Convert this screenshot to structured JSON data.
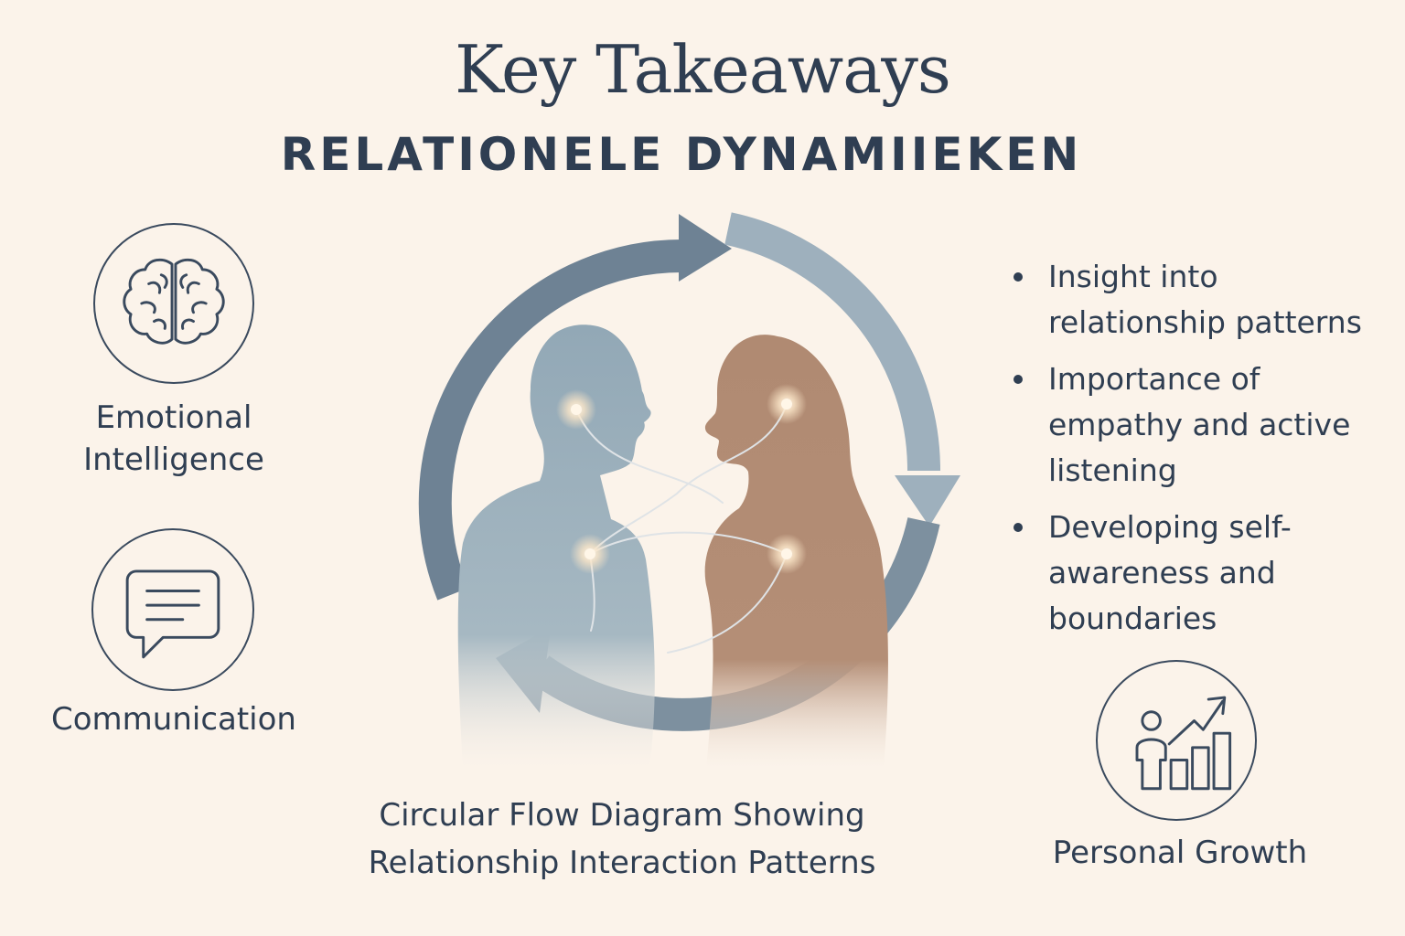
{
  "header": {
    "title": "Key Takeaways",
    "subtitle": "RELATIONELE DYNAMIIEKEN"
  },
  "features": [
    {
      "label": "Emotional Intelligence",
      "icon": "brain-icon"
    },
    {
      "label": "Communication",
      "icon": "speech-bubble-icon"
    },
    {
      "label": "Personal Growth",
      "icon": "growth-chart-icon"
    }
  ],
  "bullets": [
    "Insight into relationship patterns",
    "Importance of empathy and active listening",
    "Developing self-awareness and boundaries"
  ],
  "diagram": {
    "caption_line1": "Circular Flow Diagram Showing",
    "caption_line2": "Relationship Interaction Patterns"
  },
  "colors": {
    "background": "#fbf3ea",
    "text": "#2f3e52",
    "arrow_dark": "#6e8294",
    "arrow_light": "#9eb0bd",
    "person_left": "#92a8b6",
    "person_right": "#b08a72",
    "glow": "#fbe6c8"
  }
}
